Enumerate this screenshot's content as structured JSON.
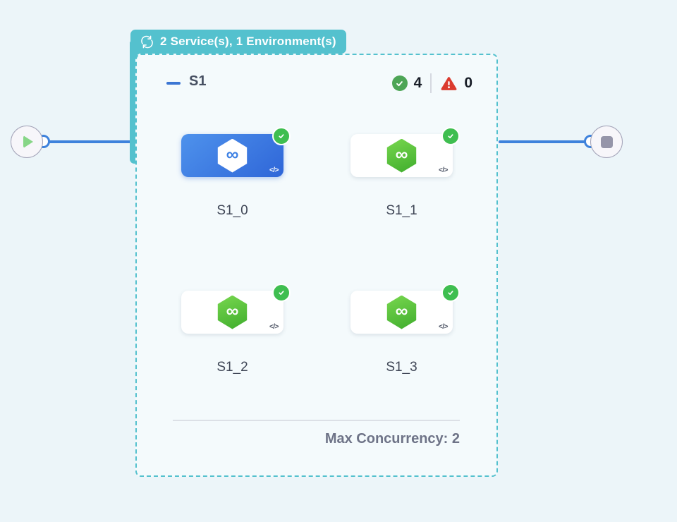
{
  "badge": {
    "label": "2 Service(s), 1 Environment(s)"
  },
  "stage": {
    "name": "S1",
    "success_count": "4",
    "error_count": "0",
    "max_concurrency": "Max Concurrency: 2"
  },
  "services": [
    {
      "label": "S1_0",
      "selected": true
    },
    {
      "label": "S1_1",
      "selected": false
    },
    {
      "label": "S1_2",
      "selected": false
    },
    {
      "label": "S1_3",
      "selected": false
    }
  ],
  "glyphs": {
    "infinity": "∞",
    "code": "</>"
  },
  "colors": {
    "teal": "#54c1ce",
    "edge_blue": "#3e82dc",
    "card_blue": "#3a7be0",
    "hex_green": "#4fbe35",
    "badge_green": "#3fbe50",
    "success_green": "#4da556",
    "error_red": "#db3b2f",
    "page_bg": "#ecf5f9",
    "stage_bg": "#f4fafc"
  }
}
